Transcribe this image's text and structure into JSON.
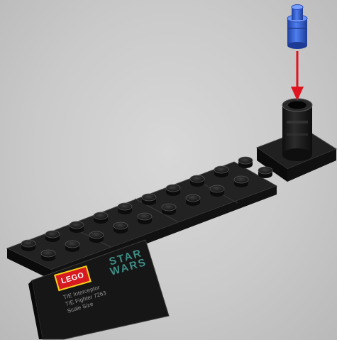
{
  "image": {
    "subject": "lego-instruction-step",
    "palette": {
      "background": "#c9c9c9",
      "brick_black": "#1b1b1b",
      "brick_edge": "#3a3a3a",
      "arrow_red": "#e0141e",
      "piece_blue": "#2f5fd0",
      "lego_red": "#d71920",
      "starwars_teal": "#3f8f86"
    }
  },
  "display_plaque": {
    "lego_logo_text": "LEGO",
    "star_wars_logo_lines": [
      "STAR",
      "WARS"
    ],
    "caption_lines": [
      "TIE Interceptor",
      "TIE Fighter 7263",
      "Scale Size"
    ]
  }
}
